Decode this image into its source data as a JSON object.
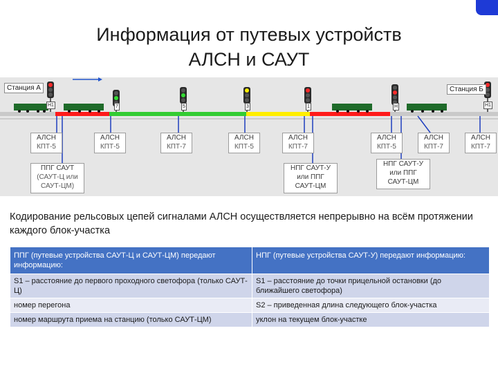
{
  "title_line1": "Информация от путевых устройств",
  "title_line2": "АЛСН и САУТ",
  "station_a": "Станция А",
  "station_b": "Станция Б",
  "signal_codes": [
    "Н1",
    "7",
    "5",
    "3",
    "1",
    "Н",
    "Н1"
  ],
  "alsn_boxes": [
    {
      "line1": "АЛСН",
      "line2": "КПТ-5"
    },
    {
      "line1": "АЛСН",
      "line2": "КПТ-5"
    },
    {
      "line1": "АЛСН",
      "line2": "КПТ-7"
    },
    {
      "line1": "АЛСН",
      "line2": "КПТ-5"
    },
    {
      "line1": "АЛСН",
      "line2": "КПТ-7"
    },
    {
      "line1": "АЛСН",
      "line2": "КПТ-5"
    },
    {
      "line1": "АЛСН",
      "line2": "КПТ-7"
    },
    {
      "line1": "АЛСН",
      "line2": "КПТ-7"
    }
  ],
  "ppg_box": {
    "line1": "ППГ САУТ",
    "line2": "(САУТ-Ц или",
    "line3": "САУТ-ЦМ)"
  },
  "npg_box1": {
    "line1": "НПГ САУТ-У",
    "line2": "или ППГ",
    "line3": "САУТ-ЦМ"
  },
  "npg_box2": {
    "line1": "НПГ САУТ-У",
    "line2": "или ППГ",
    "line3": "САУТ-ЦМ"
  },
  "description": "Кодирование рельсовых цепей сигналами АЛСН осуществляется непрерывно на всём протяжении каждого блок-участка",
  "table": {
    "headers": [
      "ППГ (путевые устройства САУТ-Ц и САУТ-ЦМ) передают информацию:",
      "НПГ (путевые устройства САУТ-У) передают информацию:"
    ],
    "rows": [
      [
        "S1 – расстояние до первого проходного светофора (только САУТ-Ц)",
        "S1 – расстояние до точки прицельной остановки (до ближайшего светофора)"
      ],
      [
        "номер перегона",
        "S2 – приведенная длина следующего блок-участка"
      ],
      [
        "номер маршрута приема на станцию (только САУТ-ЦМ)",
        "уклон на текущем блок-участке"
      ]
    ]
  },
  "colors": {
    "red": "#ff1a1a",
    "green": "#33cc33",
    "yellow": "#ffee00",
    "header_blue": "#4472c4",
    "track_blue": "#1f3fbf"
  }
}
